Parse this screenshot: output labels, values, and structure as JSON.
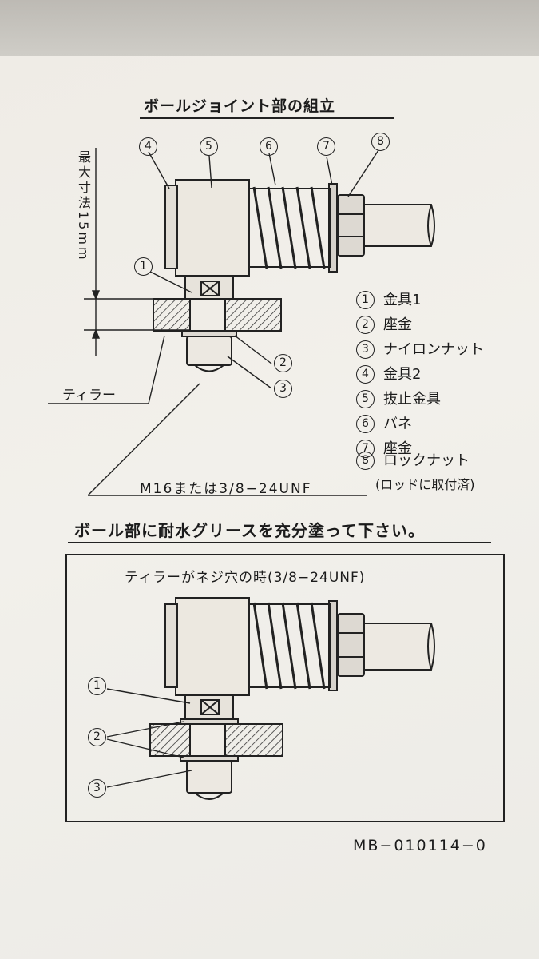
{
  "section_title": "ボールジョイント部の組立",
  "dimension_label": "最大寸法15mm",
  "teller_label": "ティラー",
  "thread_spec": "M16または3/8−24UNF",
  "callout_numbers": [
    "1",
    "2",
    "3",
    "4",
    "5",
    "6",
    "7",
    "8"
  ],
  "legend": [
    {
      "num": "1",
      "label": "金具1"
    },
    {
      "num": "2",
      "label": "座金"
    },
    {
      "num": "3",
      "label": "ナイロンナット"
    },
    {
      "num": "4",
      "label": "金具2"
    },
    {
      "num": "5",
      "label": "抜止金具"
    },
    {
      "num": "6",
      "label": "バネ"
    },
    {
      "num": "7",
      "label": "座金"
    },
    {
      "num": "8",
      "label": "ロックナット"
    }
  ],
  "legend_note": "(ロッドに取付済)",
  "grease_note": "ボール部に耐水グリースを充分塗って下さい。",
  "inset": {
    "title": "ティラーがネジ穴の時(3/8−24UNF)",
    "callouts": [
      "1",
      "2",
      "3"
    ]
  },
  "document_code": "MB−010114−0"
}
